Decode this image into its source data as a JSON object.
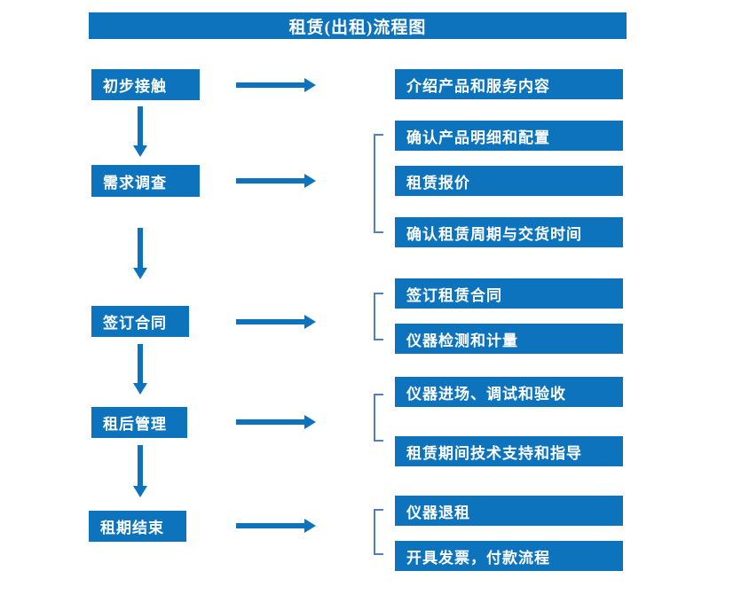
{
  "title": "租赁(出租)流程图",
  "colors": {
    "primary_blue": "#0e73bd",
    "bracket_blue": "#4f81bd",
    "text_white": "#ffffff",
    "background": "#ffffff"
  },
  "stages": [
    {
      "label": "初步接触",
      "outputs": [
        "介绍产品和服务内容"
      ]
    },
    {
      "label": "需求调查",
      "outputs": [
        "确认产品明细和配置",
        "租赁报价",
        "确认租赁周期与交货时间"
      ]
    },
    {
      "label": "签订合同",
      "outputs": [
        "签订租赁合同",
        "仪器检测和计量"
      ]
    },
    {
      "label": "租后管理",
      "outputs": [
        "仪器进场、调试和验收",
        "租赁期间技术支持和指导"
      ]
    },
    {
      "label": "租期结束",
      "outputs": [
        "仪器退租",
        "开具发票，付款流程"
      ]
    }
  ]
}
